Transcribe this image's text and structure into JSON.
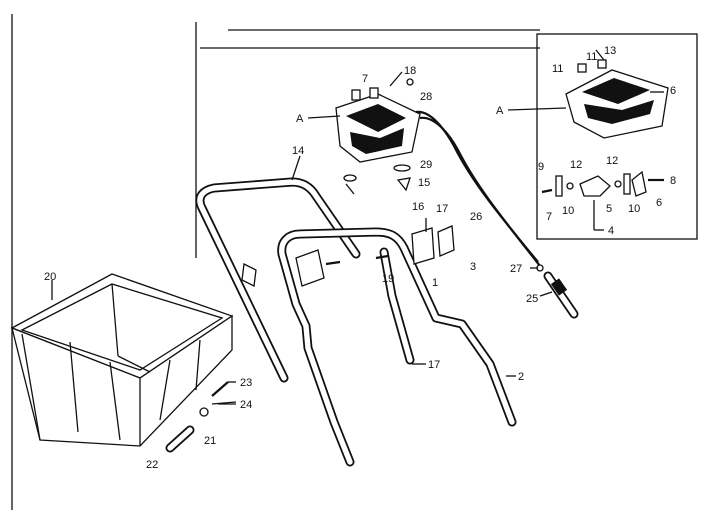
{
  "diagram": {
    "callouts": [
      {
        "id": "c-11a",
        "text": "11"
      },
      {
        "id": "c-13",
        "text": "13"
      },
      {
        "id": "c-11b",
        "text": "11"
      },
      {
        "id": "c-6",
        "text": "6"
      },
      {
        "id": "c-a-right",
        "text": "A"
      },
      {
        "id": "c-9",
        "text": "9"
      },
      {
        "id": "c-12a",
        "text": "12"
      },
      {
        "id": "c-12b",
        "text": "12"
      },
      {
        "id": "c-8",
        "text": "8"
      },
      {
        "id": "c-7",
        "text": "7"
      },
      {
        "id": "c-10a",
        "text": "10"
      },
      {
        "id": "c-5",
        "text": "5"
      },
      {
        "id": "c-10b",
        "text": "10"
      },
      {
        "id": "c-6b",
        "text": "6"
      },
      {
        "id": "c-4",
        "text": "4"
      },
      {
        "id": "c-7top",
        "text": "7"
      },
      {
        "id": "c-18",
        "text": "18"
      },
      {
        "id": "c-28",
        "text": "28"
      },
      {
        "id": "c-a-left",
        "text": "A"
      },
      {
        "id": "c-29",
        "text": "29"
      },
      {
        "id": "c-15",
        "text": "15"
      },
      {
        "id": "c-16",
        "text": "16"
      },
      {
        "id": "c-17top",
        "text": "17"
      },
      {
        "id": "c-26",
        "text": "26"
      },
      {
        "id": "c-14",
        "text": "14"
      },
      {
        "id": "c-19",
        "text": "19"
      },
      {
        "id": "c-1",
        "text": "1"
      },
      {
        "id": "c-3",
        "text": "3"
      },
      {
        "id": "c-27",
        "text": "27"
      },
      {
        "id": "c-25",
        "text": "25"
      },
      {
        "id": "c-20",
        "text": "20"
      },
      {
        "id": "c-17bot",
        "text": "17"
      },
      {
        "id": "c-2",
        "text": "2"
      },
      {
        "id": "c-23",
        "text": "23"
      },
      {
        "id": "c-24",
        "text": "24"
      },
      {
        "id": "c-21",
        "text": "21"
      },
      {
        "id": "c-22",
        "text": "22"
      }
    ]
  }
}
